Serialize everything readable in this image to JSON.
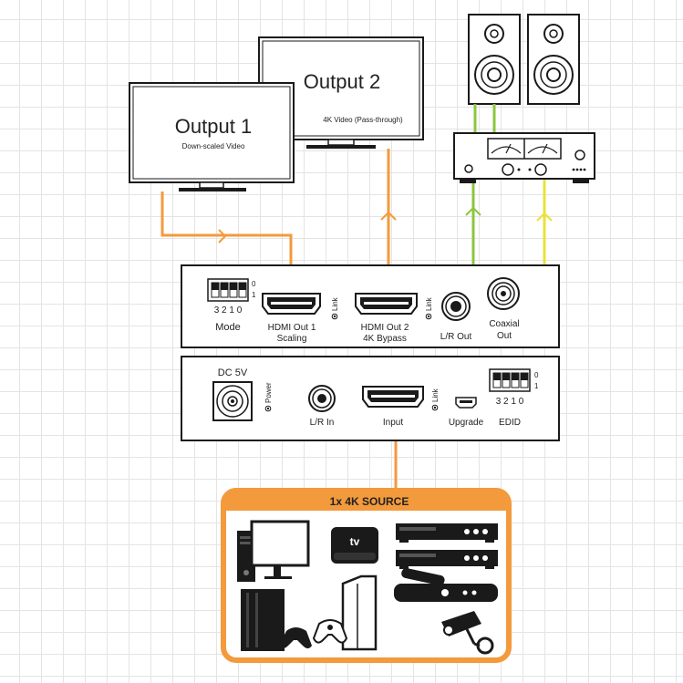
{
  "outputs": {
    "output1_title": "Output 1",
    "output1_subtitle": "Down-scaled Video",
    "output2_title": "Output 2",
    "output2_subtitle": "4K Video (Pass-through)"
  },
  "top_panel": {
    "mode_label": "Mode",
    "dip_numbers": "3 2 1 0",
    "dip_state_0": "0",
    "dip_state_1": "1",
    "hdmi_out1_line1": "HDMI Out 1",
    "hdmi_out1_line2": "Scaling",
    "hdmi_out2_line1": "HDMI Out 2",
    "hdmi_out2_line2": "4K Bypass",
    "link_label": "Link",
    "lr_out_label": "L/R Out",
    "coaxial_line1": "Coaxial",
    "coaxial_line2": "Out"
  },
  "bottom_panel": {
    "dc_label": "DC 5V",
    "power_label": "Power",
    "lr_in_label": "L/R In",
    "input_label": "Input",
    "link_label": "Link",
    "upgrade_label": "Upgrade",
    "edid_label": "EDID",
    "dip_numbers": "3 2 1 0",
    "dip_state_0": "0",
    "dip_state_1": "1"
  },
  "source": {
    "title": "1x 4K SOURCE"
  },
  "colors": {
    "orange": "#F39A3C",
    "green": "#8CC63F",
    "yellow": "#E8E23A",
    "outline": "#1a1a1a"
  },
  "icons": [
    "speaker-icon",
    "amplifier-icon",
    "pc-tower-icon",
    "monitor-icon",
    "apple-tv-icon",
    "dvd-player-icon",
    "bluray-player-icon",
    "satellite-receiver-icon",
    "console-icon",
    "gamepad-icon",
    "security-camera-icon"
  ]
}
